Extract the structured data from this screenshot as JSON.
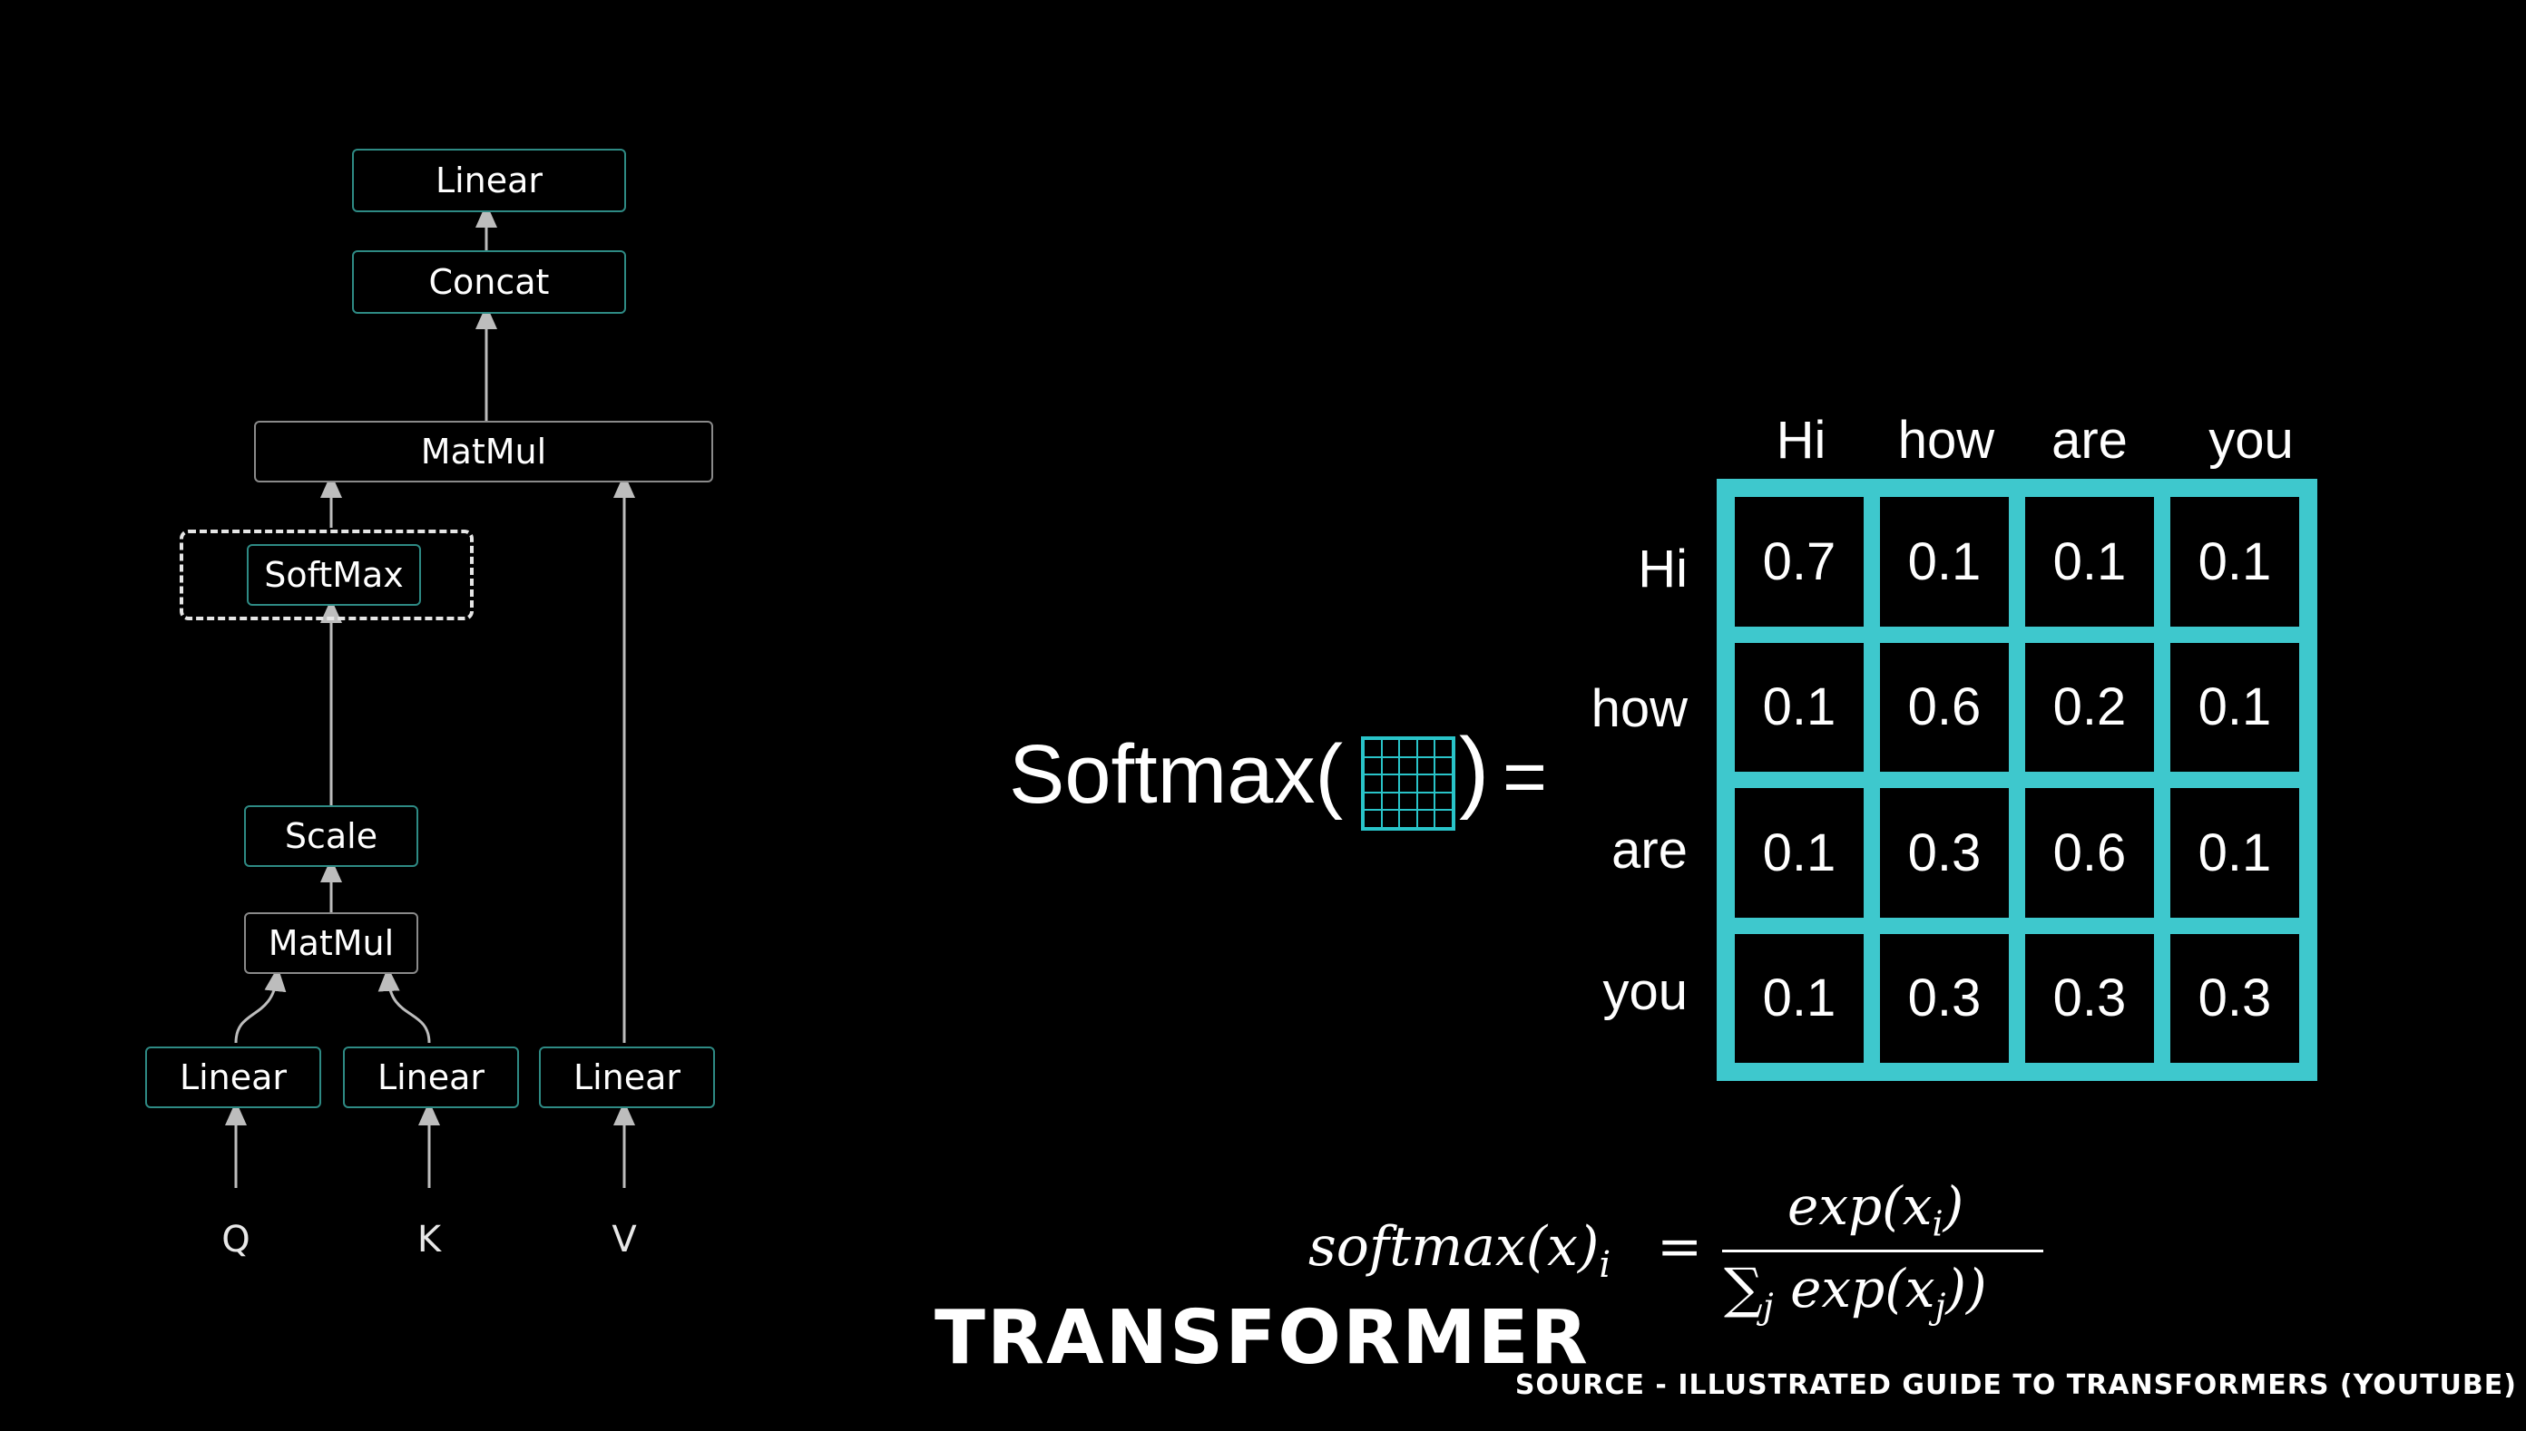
{
  "diagram": {
    "nodes": {
      "linear_top": "Linear",
      "concat": "Concat",
      "matmul_top": "MatMul",
      "softmax": "SoftMax",
      "scale": "Scale",
      "matmul_bottom": "MatMul",
      "linear_q": "Linear",
      "linear_k": "Linear",
      "linear_v": "Linear"
    },
    "inputs": {
      "q": "Q",
      "k": "K",
      "v": "V"
    }
  },
  "softmax_expr": {
    "label": "Softmax(",
    "close": ")",
    "equals": "="
  },
  "matrix": {
    "columns": [
      "Hi",
      "how",
      "are",
      "you"
    ],
    "rows": [
      "Hi",
      "how",
      "are",
      "you"
    ],
    "values": [
      [
        "0.7",
        "0.1",
        "0.1",
        "0.1"
      ],
      [
        "0.1",
        "0.6",
        "0.2",
        "0.1"
      ],
      [
        "0.1",
        "0.3",
        "0.6",
        "0.1"
      ],
      [
        "0.1",
        "0.3",
        "0.3",
        "0.3"
      ]
    ],
    "accent_color": "#3ec8cd"
  },
  "formula": {
    "lhs": "softmax(x)",
    "lhs_sub": "i",
    "equals": "=",
    "numerator": "exp(x",
    "numerator_sub": "i",
    "numerator_close": ")",
    "denominator_sum": "∑",
    "denominator_sum_sub": "j",
    "denominator": "exp(x",
    "denominator_sub": "j",
    "denominator_close": "))"
  },
  "brand": "TRANSFORMER",
  "source": "SOURCE - ILLUSTRATED GUIDE TO TRANSFORMERS (YOUTUBE)"
}
